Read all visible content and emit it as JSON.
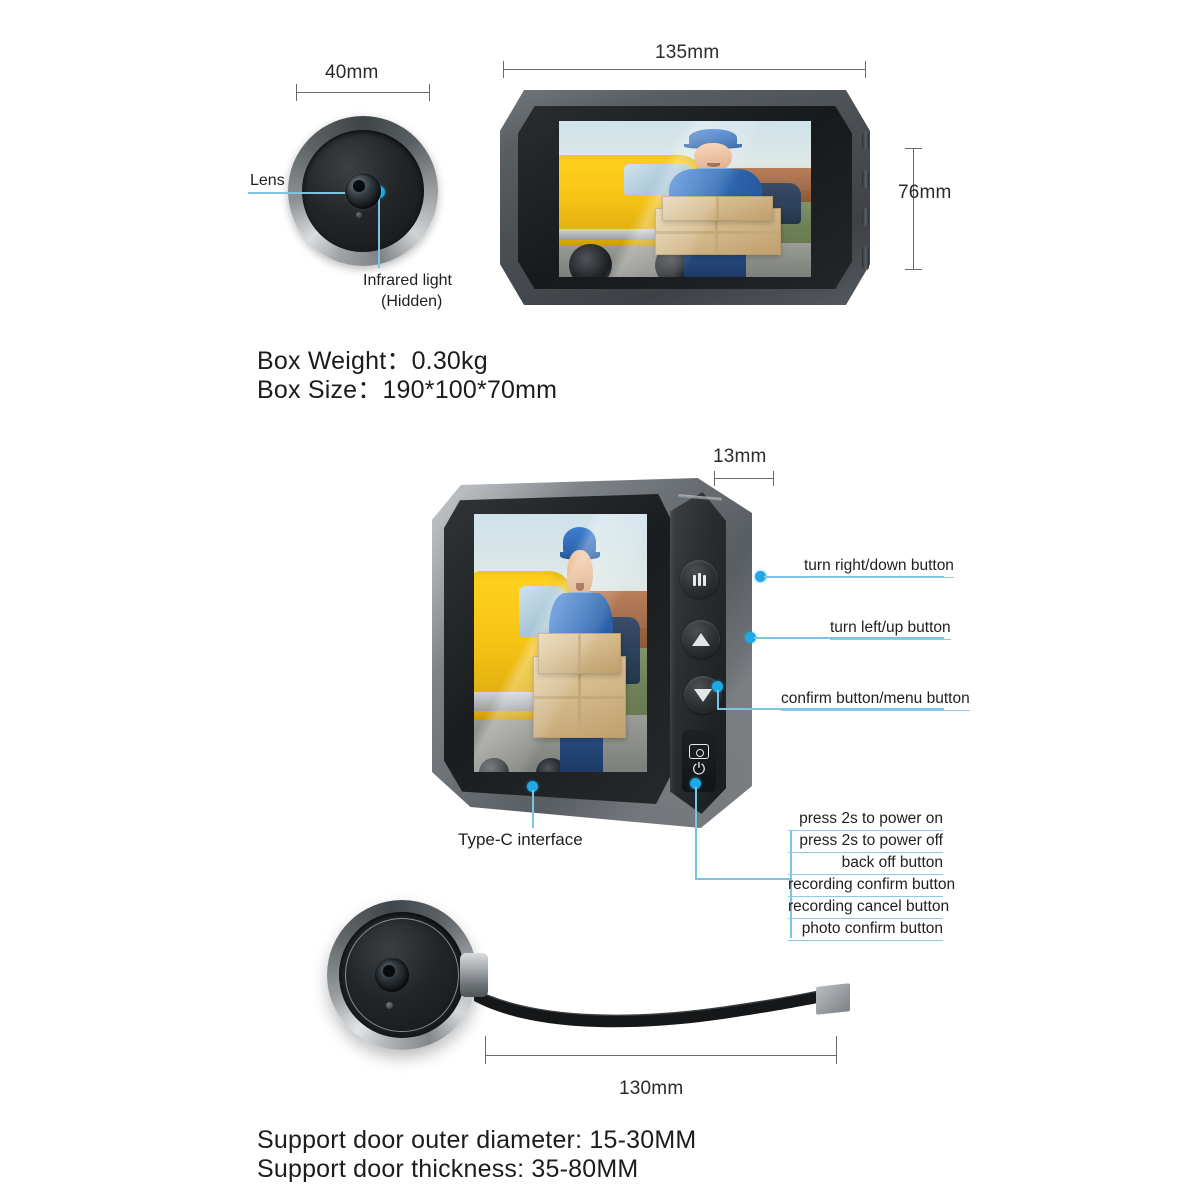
{
  "page": {
    "title": "Digital Door Viewer Peephole Camera — Specification Diagram"
  },
  "top_section": {
    "peephole": {
      "width_dimension": "40mm",
      "callouts": [
        {
          "name": "lens",
          "label": "Lens"
        },
        {
          "name": "infrared-light",
          "label_line1": "Infrared light",
          "label_line2": "(Hidden)"
        }
      ]
    },
    "monitor": {
      "width_dimension": "135mm",
      "height_dimension": "76mm"
    },
    "specs": {
      "box_weight": "Box Weight：0.30kg",
      "box_size": "Box Size：190*100*70mm"
    }
  },
  "middle_section": {
    "monitor": {
      "thickness_dimension": "13mm",
      "buttons": [
        {
          "name": "menu-button",
          "icon": "menu-icon",
          "label": "turn right/down button"
        },
        {
          "name": "up-button",
          "icon": "triangle-up-icon",
          "label": "turn left/up button"
        },
        {
          "name": "down-button",
          "icon": "triangle-down-icon",
          "label": "confirm button/menu button"
        }
      ],
      "power_button": {
        "name": "power-camera-button",
        "icons": [
          "camera-icon",
          "power-icon"
        ],
        "functions": [
          "press 2s to power on",
          "press 2s to power off",
          "back off button",
          "recording confirm button",
          "recording cancel button",
          "photo confirm button"
        ]
      },
      "port_callout": {
        "name": "type-c-interface",
        "label": "Type-C interface"
      }
    }
  },
  "bottom_section": {
    "camera": {
      "cable_dimension": "130mm"
    },
    "specs": {
      "outer_diameter": "Support door outer diameter: 15-30MM",
      "thickness": "Support door thickness: 35-80MM"
    }
  },
  "colors": {
    "callout_blue": "#1ea8e6",
    "callout_line": "#7cc4e4",
    "underline": "#8fc9e3",
    "dimension_gray": "#6a6a6a",
    "text": "#1c1c1c",
    "background": "#ffffff"
  }
}
